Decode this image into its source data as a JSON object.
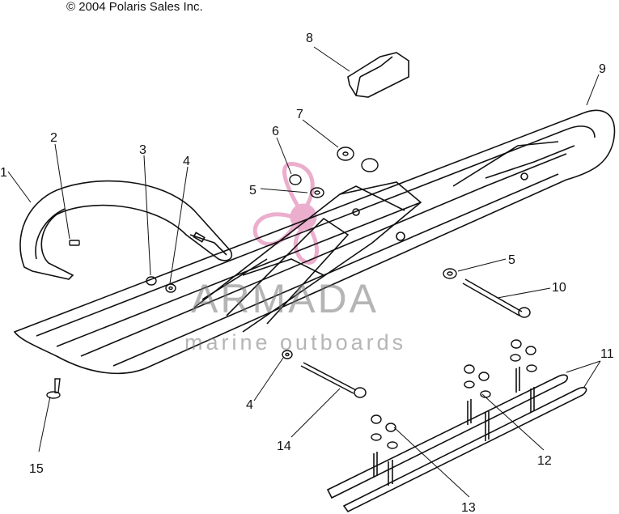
{
  "copyright": "© 2004 Polaris Sales Inc.",
  "watermark": {
    "brand": "ARMADA",
    "tagline": "marine outboards",
    "logo_color": "#e9a0c5",
    "text_color": "#8a8a8a"
  },
  "callouts": {
    "c1": "1",
    "c2": "2",
    "c3": "3",
    "c4a": "4",
    "c4b": "4",
    "c5a": "5",
    "c5b": "5",
    "c6": "6",
    "c7": "7",
    "c8": "8",
    "c9": "9",
    "c10": "10",
    "c11": "11",
    "c12": "12",
    "c13": "13",
    "c14": "14",
    "c15": "15"
  }
}
